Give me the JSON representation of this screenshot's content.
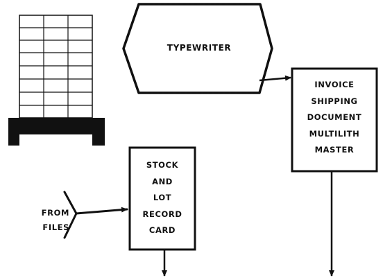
{
  "diagram": {
    "typewriter": {
      "label": "TYPEWRITER"
    },
    "invoice_box": {
      "lines": [
        "INVOICE",
        "SHIPPING",
        "DOCUMENT",
        "MULTILITH",
        "MASTER"
      ]
    },
    "stock_card": {
      "lines": [
        "STOCK",
        "AND",
        "LOT",
        "RECORD",
        "CARD"
      ]
    },
    "from_files": {
      "lines": [
        "FROM",
        "FILES"
      ]
    }
  }
}
